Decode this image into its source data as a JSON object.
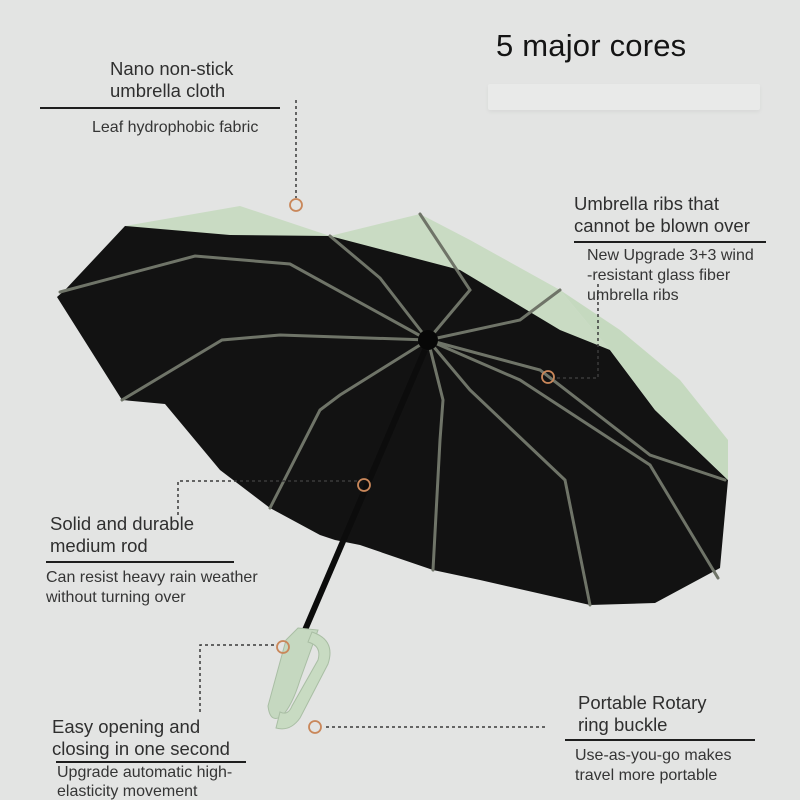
{
  "title": "5 major cores",
  "colors": {
    "background": "#e3e4e3",
    "canopy_inside": "#121212",
    "canopy_outside": "#c9dbc3",
    "rib": "#6f7468",
    "handle": "#c5d8c0",
    "marker": "#c9875a",
    "leader_line": "#3a3a3a"
  },
  "callouts": [
    {
      "id": "cloth",
      "heading_lines": [
        "Nano non-stick",
        "umbrella cloth"
      ],
      "description_lines": [
        "Leaf hydrophobic fabric"
      ]
    },
    {
      "id": "ribs",
      "heading_lines": [
        "Umbrella ribs that",
        "cannot be blown over"
      ],
      "description_lines": [
        "New Upgrade 3+3 wind",
        "-resistant glass fiber",
        "umbrella ribs"
      ]
    },
    {
      "id": "rod",
      "heading_lines": [
        "Solid and durable",
        "medium rod"
      ],
      "description_lines": [
        "Can resist heavy rain weather",
        "without turning over"
      ]
    },
    {
      "id": "opening",
      "heading_lines": [
        "Easy opening and",
        "closing in one second"
      ],
      "description_lines": [
        "Upgrade automatic high-",
        "elasticity movement"
      ]
    },
    {
      "id": "buckle",
      "heading_lines": [
        "Portable Rotary",
        "ring buckle"
      ],
      "description_lines": [
        "Use-as-you-go makes",
        "travel more portable"
      ]
    }
  ]
}
